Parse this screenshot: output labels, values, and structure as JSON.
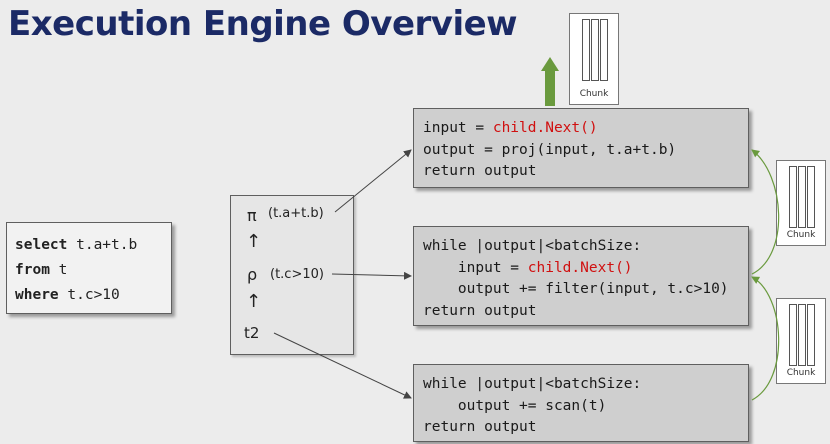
{
  "title": "Execution Engine Overview",
  "sql": {
    "line1_kw": "select",
    "line1_rest": " t.a+t.b",
    "line2_kw": "from",
    "line2_rest": " t",
    "line3_kw": "where",
    "line3_rest": " t.c>10"
  },
  "plan": {
    "proj_symbol": "π",
    "proj_label": "(t.a+t.b)",
    "filter_symbol": "ρ",
    "filter_label": "(t.c>10)",
    "scan_label": "t2",
    "up_arrow": "↑"
  },
  "proj_code": {
    "l1_pre": "input = ",
    "l1_call": "child.Next()",
    "l2": "output = proj(input, t.a+t.b)",
    "l3": "return output"
  },
  "filter_code": {
    "l1": "while |output|<batchSize:",
    "l2_pre": "    input = ",
    "l2_call": "child.Next()",
    "l3": "    output += filter(input, t.c>10)",
    "l4": "return output"
  },
  "scan_code": {
    "l1": "while |output|<batchSize:",
    "l2": "    output += scan(t)",
    "l3": "return output"
  },
  "chunks": [
    "Chunk",
    "Chunk",
    "Chunk"
  ],
  "colors": {
    "title": "#1b2a66",
    "highlight": "#d01010",
    "output_arrow": "#6a9a3e"
  }
}
